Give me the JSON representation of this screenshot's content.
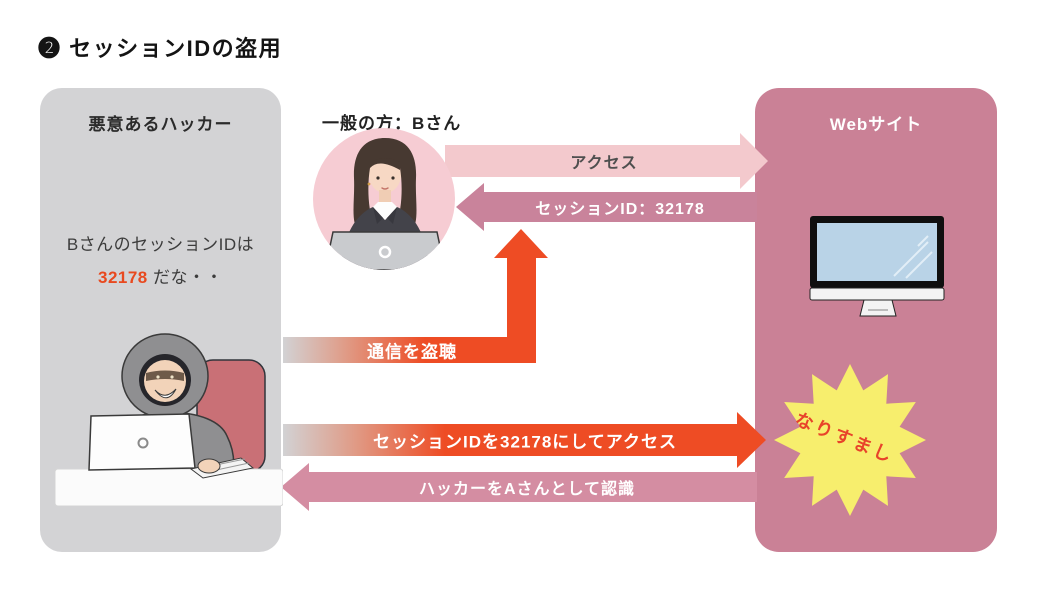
{
  "page": {
    "title": "❷ セッションIDの盗用"
  },
  "hacker_panel": {
    "title": "悪意あるハッカー",
    "thought_line1": "BさんのセッションIDは",
    "thought_highlight": "32178",
    "thought_suffix": " だな・・"
  },
  "user": {
    "label": "一般の方：Bさん"
  },
  "website_panel": {
    "title": "Webサイト",
    "badge": "なりすまし"
  },
  "arrows": {
    "access": {
      "label": "アクセス",
      "direction": "right",
      "from": "user",
      "to": "website"
    },
    "session_id": {
      "label": "セッションID：32178",
      "direction": "left",
      "from": "website",
      "to": "user"
    },
    "eavesdrop": {
      "label": "通信を盗聴",
      "direction": "up",
      "from": "hacker",
      "to": "session-line"
    },
    "impersonate": {
      "label": "セッションIDを32178にしてアクセス",
      "direction": "right",
      "from": "hacker",
      "to": "website"
    },
    "recognize": {
      "label": "ハッカーをAさんとして認識",
      "direction": "left",
      "from": "website",
      "to": "hacker"
    }
  },
  "colors": {
    "accent_orange": "#ee4c24",
    "highlight_red": "#e8491f",
    "panel_gray": "#d3d3d5",
    "panel_pink": "#ca8196",
    "arrow_light_pink": "#f3c9cd",
    "arrow_mauve": "#c9839b",
    "arrow_rose": "#d48da2",
    "user_circle_pink": "#f6ccd3",
    "star_yellow": "#f7ee6d",
    "star_text_red": "#e8432a"
  }
}
